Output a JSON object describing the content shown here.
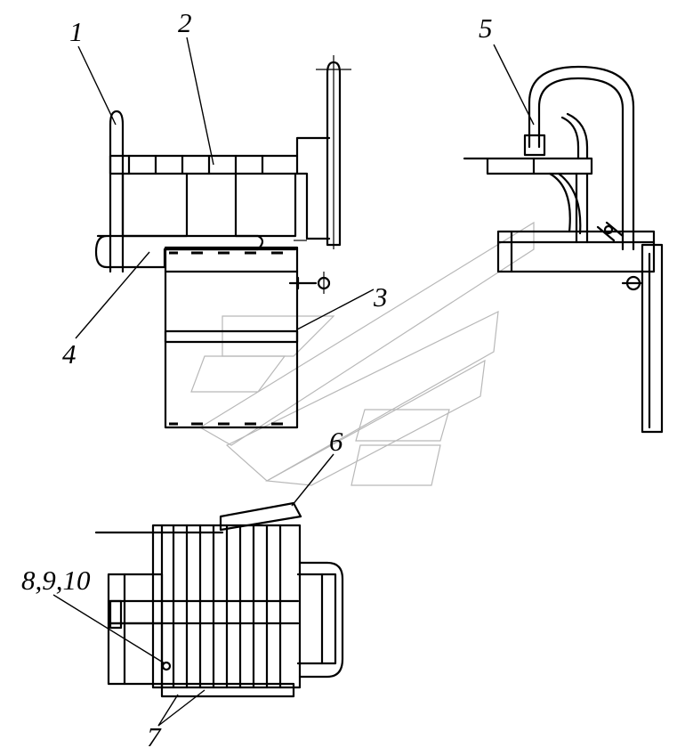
{
  "callouts": {
    "c1": "1",
    "c2": "2",
    "c3": "3",
    "c4": "4",
    "c5": "5",
    "c6": "6",
    "c7": "7",
    "c8910": "8,9,10"
  },
  "colors": {
    "line": "#000000",
    "watermark": "#b8b8b8",
    "background": "#ffffff"
  }
}
